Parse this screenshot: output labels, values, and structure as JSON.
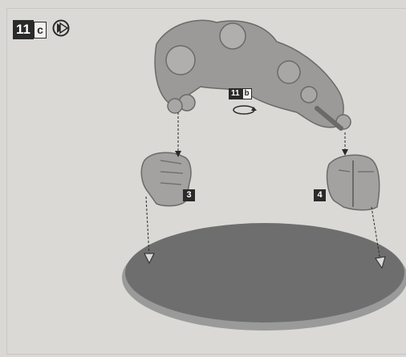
{
  "step": {
    "number": "11",
    "sub": "c"
  },
  "sub_assembly_ref": {
    "number": "11",
    "sub": "b"
  },
  "parts": {
    "left": "3",
    "right": "4"
  },
  "icons": {
    "header": "play-forward-icon",
    "rotate": "rotate-icon"
  },
  "colors": {
    "part": "#9a9996",
    "base": "#707070",
    "dark": "#2a2a2a"
  }
}
